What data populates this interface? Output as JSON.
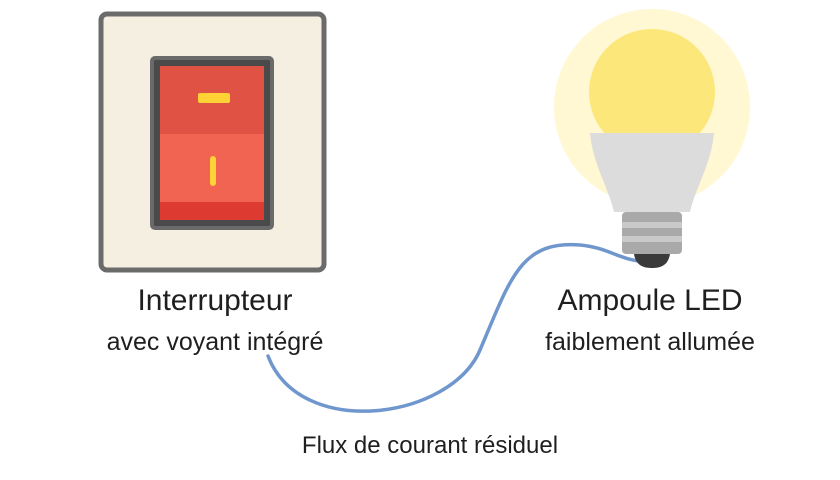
{
  "switch": {
    "title": "Interrupteur",
    "subtitle": "avec voyant intégré"
  },
  "bulb": {
    "title": "Ampoule LED",
    "subtitle": "faiblement allumée"
  },
  "current": {
    "label": "Flux de courant résiduel"
  },
  "colors": {
    "plate": "#f4efe1",
    "plate_border": "#6b6b6b",
    "rocker_top": "#e05243",
    "rocker_bottom": "#f26452",
    "rocker_base": "#dd3a32",
    "indicator": "#ffd335",
    "bulb_glow": "#fff8d2",
    "bulb_glass": "#fbe77a",
    "bulb_body": "#dcdcdc",
    "bulb_screw": "#a9a9a9",
    "bulb_tip": "#3a3a3a",
    "wire": "#6f97cd"
  }
}
